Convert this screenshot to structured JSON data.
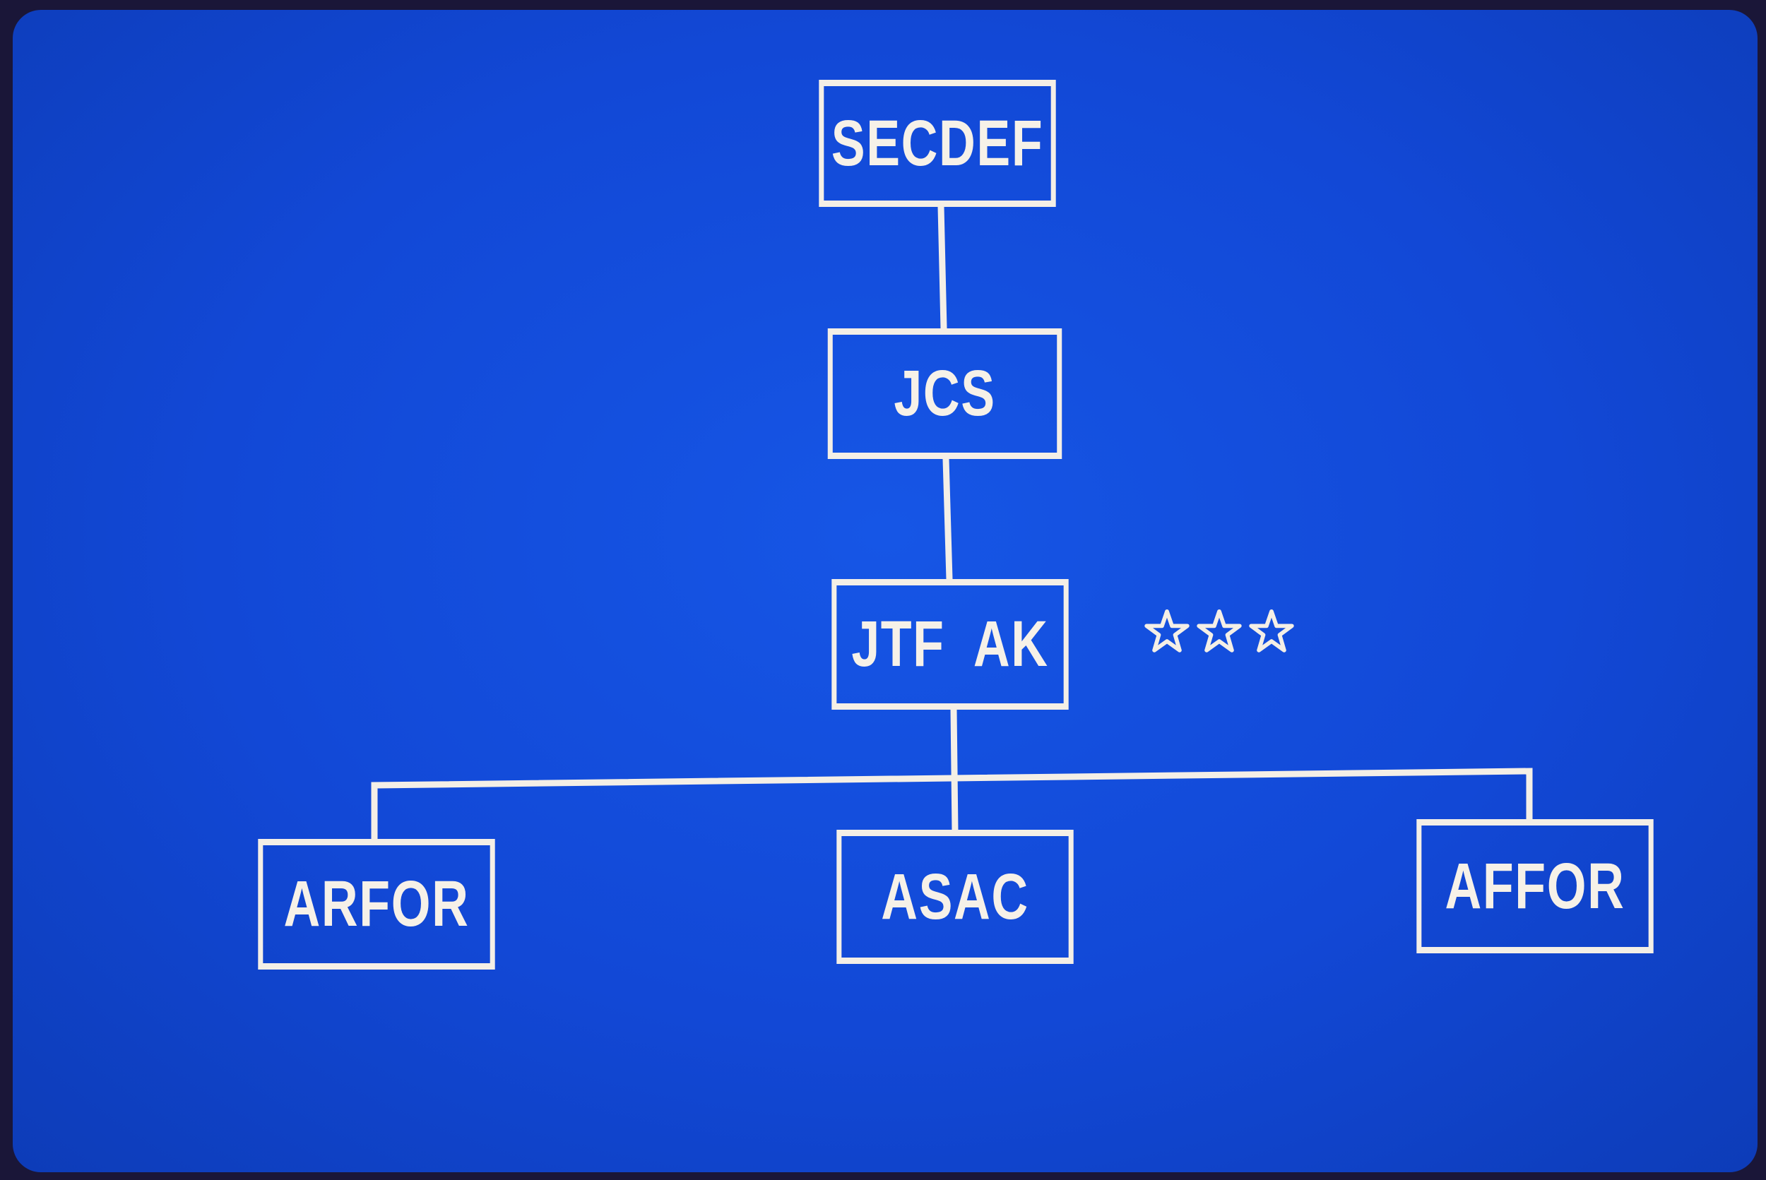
{
  "diagram": {
    "background_color": "#1352e0",
    "line_color": "#f4efe6",
    "nodes": {
      "secdef": "SECDEF",
      "jcs": "JCS",
      "jtf_ak": "JTF  AK",
      "arfor": "ARFOR",
      "asac": "ASAC",
      "affor": "AFFOR"
    },
    "rank_insignia": {
      "icon": "star-outline-icon",
      "count": 3
    }
  }
}
